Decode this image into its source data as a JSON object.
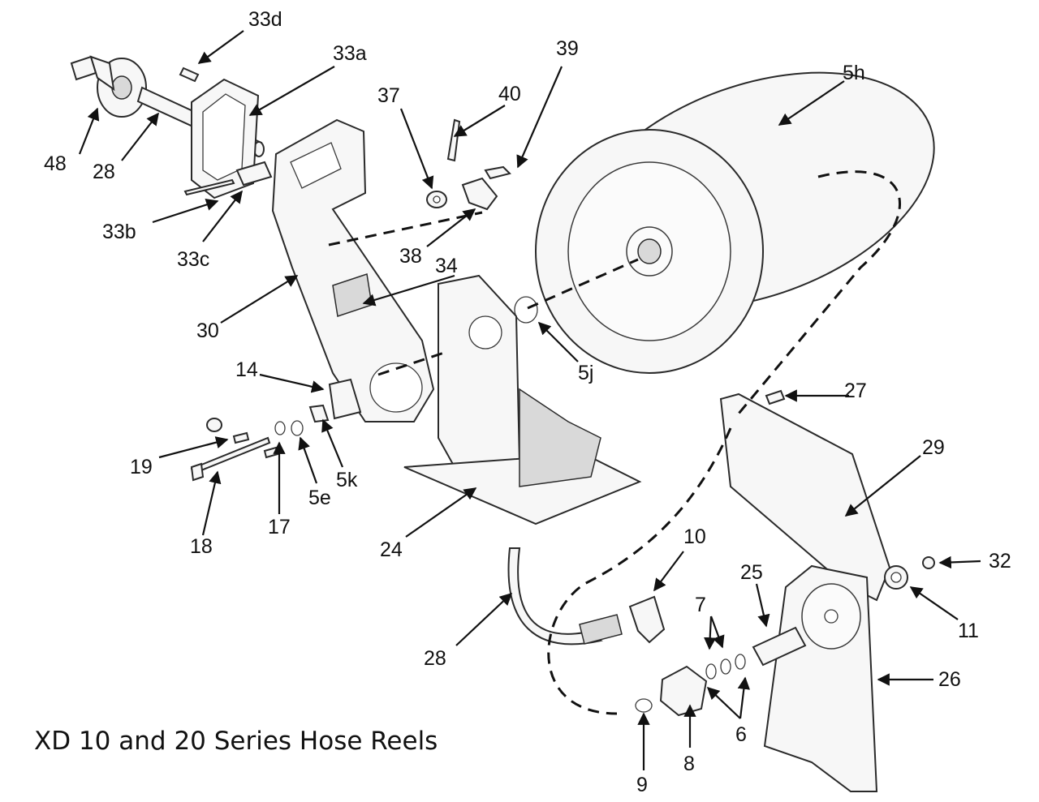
{
  "title": "XD 10 and 20 Series Hose Reels",
  "callouts": {
    "c33d": "33d",
    "c33a": "33a",
    "c39": "39",
    "c37": "37",
    "c40": "40",
    "c5h": "5h",
    "c48": "48",
    "c28_top": "28",
    "c33b": "33b",
    "c33c": "33c",
    "c38": "38",
    "c34": "34",
    "c30": "30",
    "c5j": "5j",
    "c14": "14",
    "c27": "27",
    "c29": "29",
    "c19": "19",
    "c5k": "5k",
    "c5e": "5e",
    "c17": "17",
    "c18": "18",
    "c24": "24",
    "c10": "10",
    "c25": "25",
    "c32": "32",
    "c7": "7",
    "c11": "11",
    "c28_bottom": "28",
    "c26": "26",
    "c6": "6",
    "c8": "8",
    "c9": "9"
  }
}
